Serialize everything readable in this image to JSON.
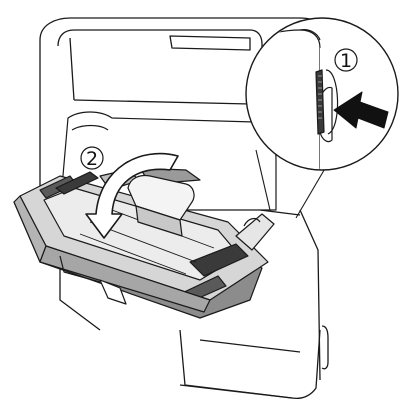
{
  "callouts": {
    "step1": {
      "label": "①",
      "number": "1"
    },
    "step2": {
      "label": "②",
      "number": "2"
    }
  },
  "colors": {
    "line": "#1a1a1a",
    "body_fill": "#ffffff",
    "shade": "#8c8c8c",
    "dark": "#3a3a3a",
    "arrow_fill": "#ffffff"
  },
  "icons": [
    "printer-body",
    "mp-tray",
    "release-latch",
    "push-arrow-icon",
    "open-tray-arrow-icon",
    "magnifier-circle"
  ]
}
